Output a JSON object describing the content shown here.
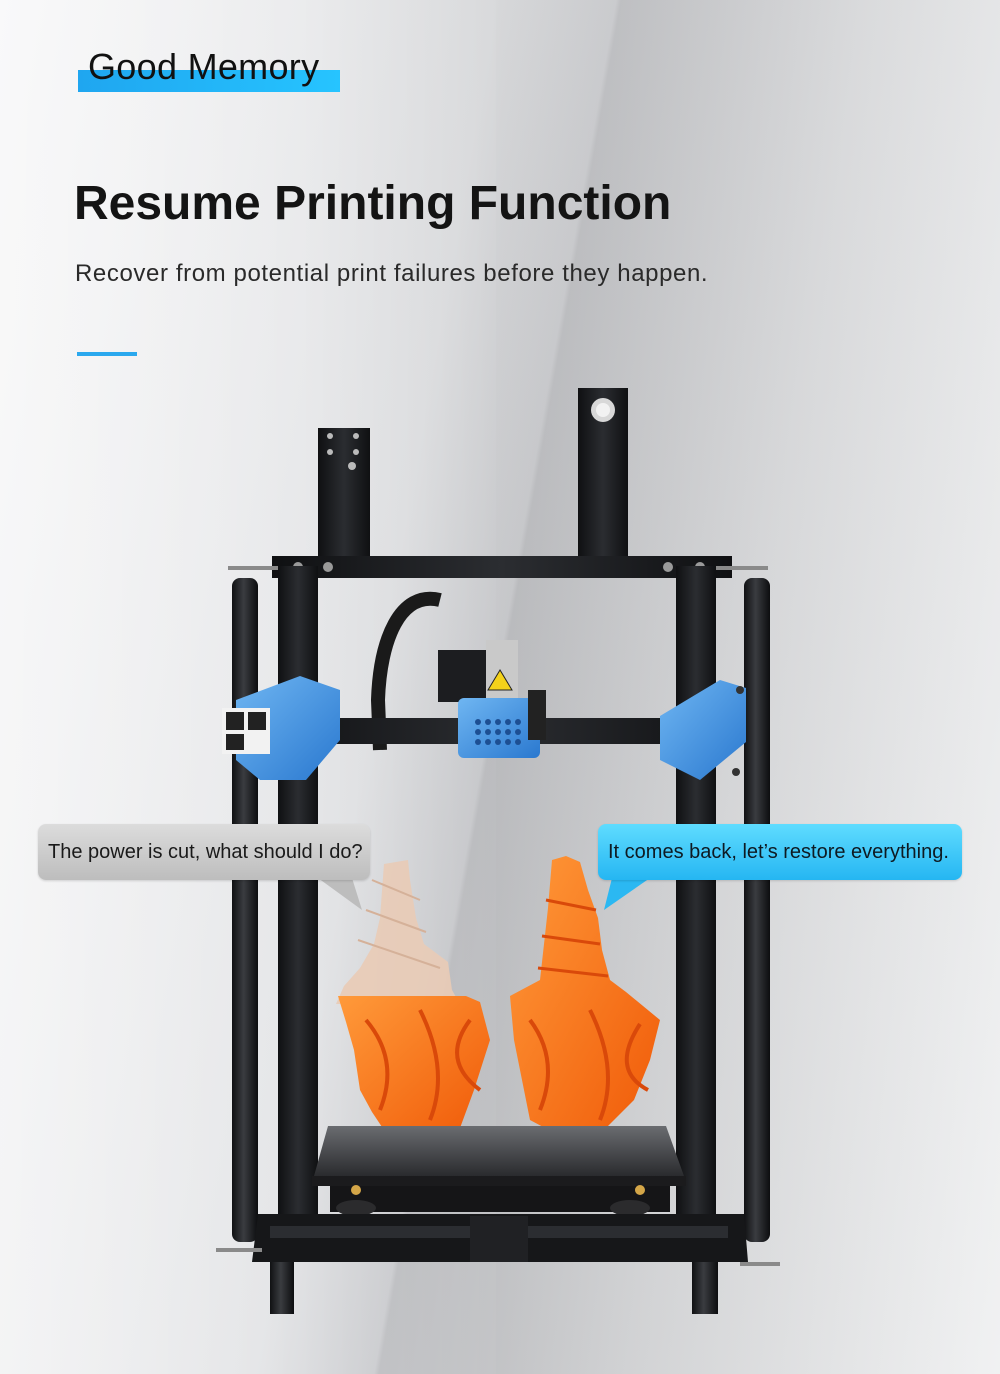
{
  "badge": {
    "label": "Good Memory"
  },
  "heading": {
    "title": "Resume Printing Function",
    "subtitle": "Recover from potential print failures before they happen."
  },
  "bubbles": {
    "left": "The power is cut, what should I do?",
    "right": "It comes back, let’s restore everything."
  },
  "colors": {
    "accent": "#2aa8ee",
    "printed_model": "#ff7a1c",
    "ghost_model": "#e8c9b4",
    "frame": "#1b1c1e",
    "carriage_blue": "#3d8ee0"
  }
}
